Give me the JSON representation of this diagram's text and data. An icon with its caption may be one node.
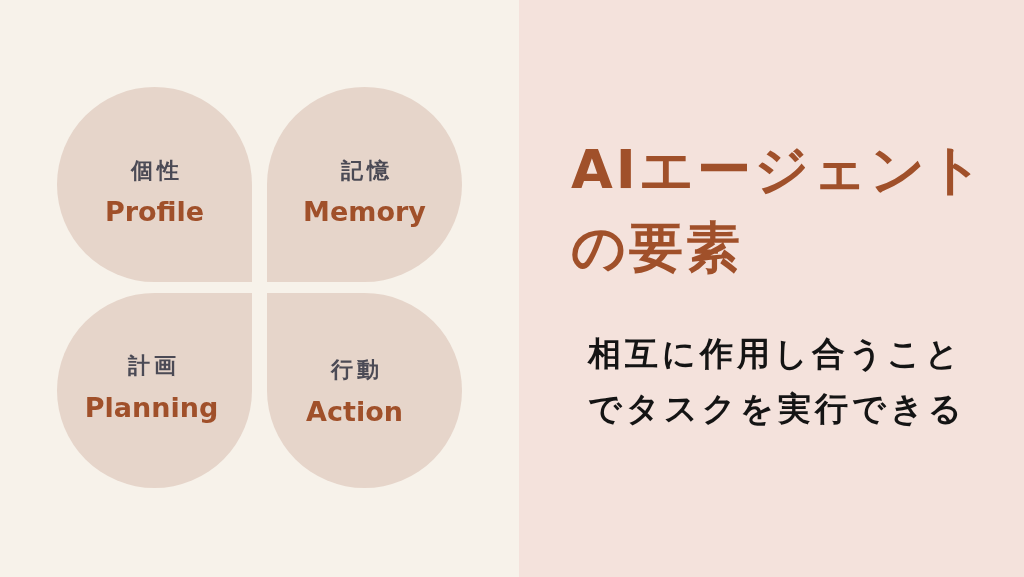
{
  "diagram": {
    "title": "AIエージェントの要素",
    "nodes": [
      {
        "text": [
          "個性",
          "Profile"
        ]
      },
      {
        "text": [
          "記憶",
          "Memory"
        ]
      },
      {
        "text": [
          "計画",
          "Planning"
        ]
      },
      {
        "text": [
          "行動",
          "Action"
        ]
      }
    ],
    "labels": [
      "相互に作用し合うことでタスクを実行できる"
    ]
  }
}
